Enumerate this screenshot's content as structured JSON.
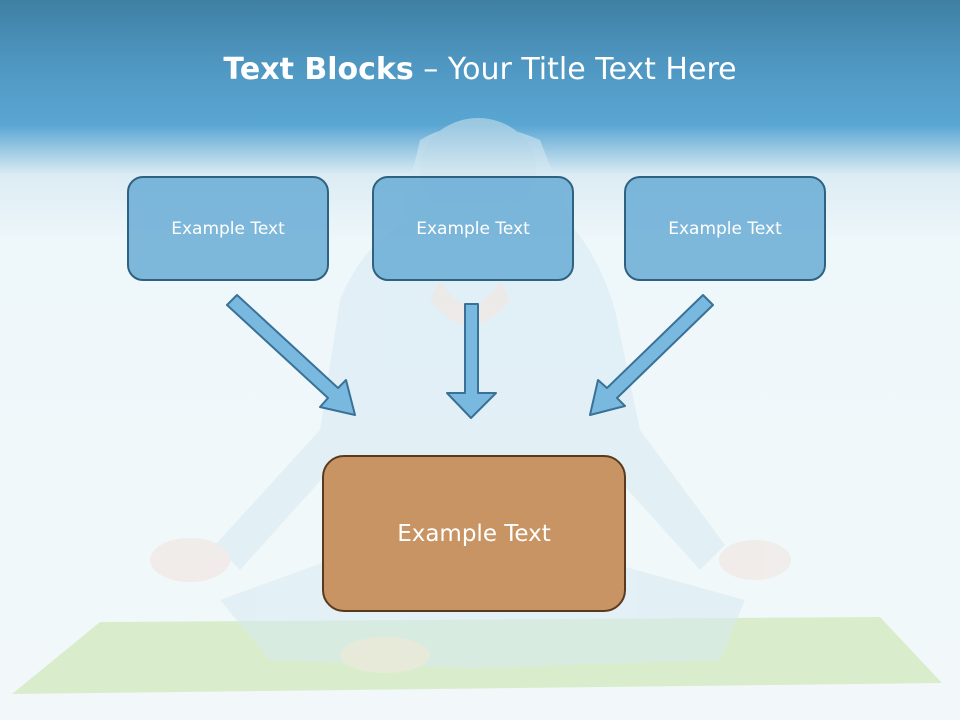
{
  "slide": {
    "title_bold": "Text Blocks",
    "title_separator": " – ",
    "title_rest": "Your Title Text Here",
    "top_boxes": [
      "Example Text",
      "Example Text",
      "Example Text"
    ],
    "center_box": "Example Text"
  },
  "colors": {
    "header_blue": "#4e96c0",
    "box_blue": "#64aad4",
    "box_border": "#2f6280",
    "center_fill": "#c99463",
    "center_border": "#5a3a1e",
    "arrow_fill": "#7ab9df",
    "arrow_stroke": "#3a7196"
  }
}
